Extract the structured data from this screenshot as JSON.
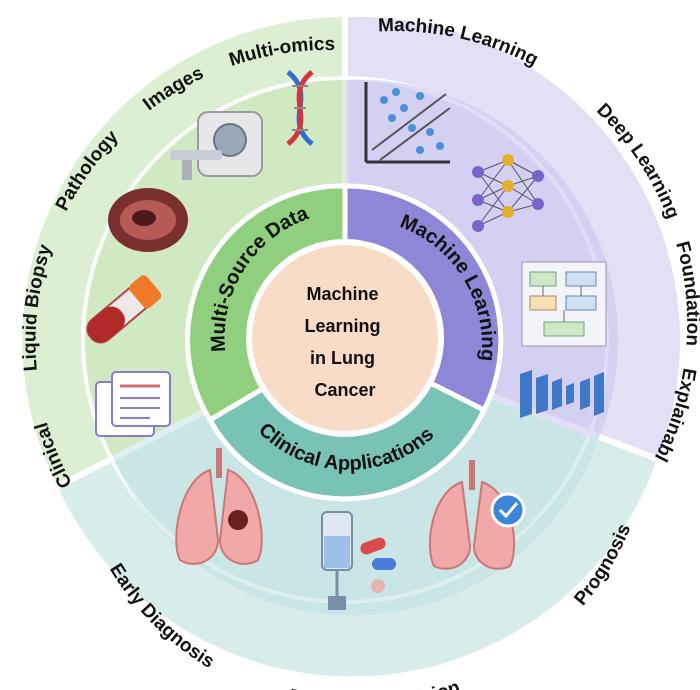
{
  "center": {
    "lines": [
      "Machine",
      "Learning",
      "in Lung",
      "Cancer"
    ],
    "fill": "#f9dcc8"
  },
  "sections": {
    "data": {
      "label": "Multi-Source Data",
      "outer_fill": "#dcefd2",
      "inner_fill": "#8fcf7d",
      "items": [
        "Clinical",
        "Liquid Biopsy",
        "Pathology",
        "Images",
        "Multi-omics"
      ]
    },
    "ml": {
      "label": "Machine Learning",
      "outer_fill": "#e3e0f6",
      "inner_fill": "#8e86d6",
      "items": [
        "Machine Learning",
        "Deep Learning",
        "Foundation",
        "Explainable"
      ]
    },
    "apps": {
      "label": "Clinical Applications",
      "outer_fill": "#d9ecec",
      "inner_fill": "#78c2b6",
      "items": [
        "Early Diagnosis",
        "Treatment Decision",
        "Prognosis"
      ]
    }
  }
}
